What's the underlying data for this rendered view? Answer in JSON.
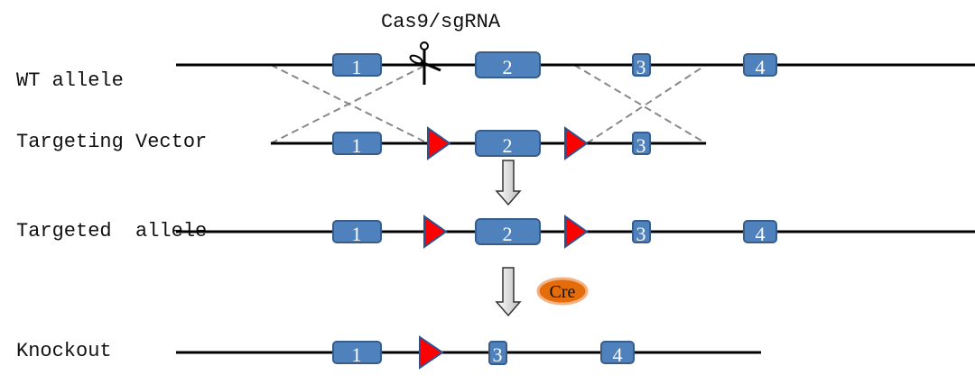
{
  "title": "",
  "enzyme_label": "Cas9/sgRNA",
  "recombinase_label": "Cre",
  "colors": {
    "exon": "#4f81bd",
    "loxp": "#ff0000",
    "cre": "#e46c0a",
    "homology_arm": "#888888"
  },
  "icons": {
    "cut": "scissors-icon",
    "step": "down-arrow-icon"
  },
  "rows": [
    {
      "label": "WT allele",
      "exons": [
        "1",
        "2",
        "3",
        "4"
      ]
    },
    {
      "label": "Targeting Vector",
      "exons": [
        "1",
        "2",
        "3"
      ]
    },
    {
      "label": "Targeted  allele",
      "exons": [
        "1",
        "2",
        "3",
        "4"
      ]
    },
    {
      "label": "Knockout",
      "exons": [
        "1",
        "3",
        "4"
      ]
    }
  ]
}
